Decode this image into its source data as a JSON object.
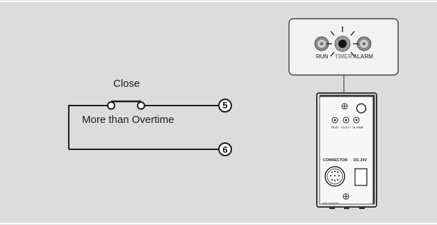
{
  "diagram": {
    "contact_label": "Close",
    "condition_label": "More than Overtime",
    "terminal_top": "5",
    "terminal_bottom": "6"
  },
  "device": {
    "callout_leds": {
      "run": "RUN",
      "timer": "TIMER",
      "alarm": "ALARM"
    },
    "panel_leds": {
      "run": "RUN",
      "timer": "TIMER",
      "alarm": "ALARM"
    },
    "connector_label": "CONNECTOR",
    "power_label": "DC 24V",
    "part_number": "P/N 1094205"
  },
  "colors": {
    "background": "#dcdcdc",
    "line": "#1a1a1a",
    "panel_fill": "#f2f2f2"
  }
}
